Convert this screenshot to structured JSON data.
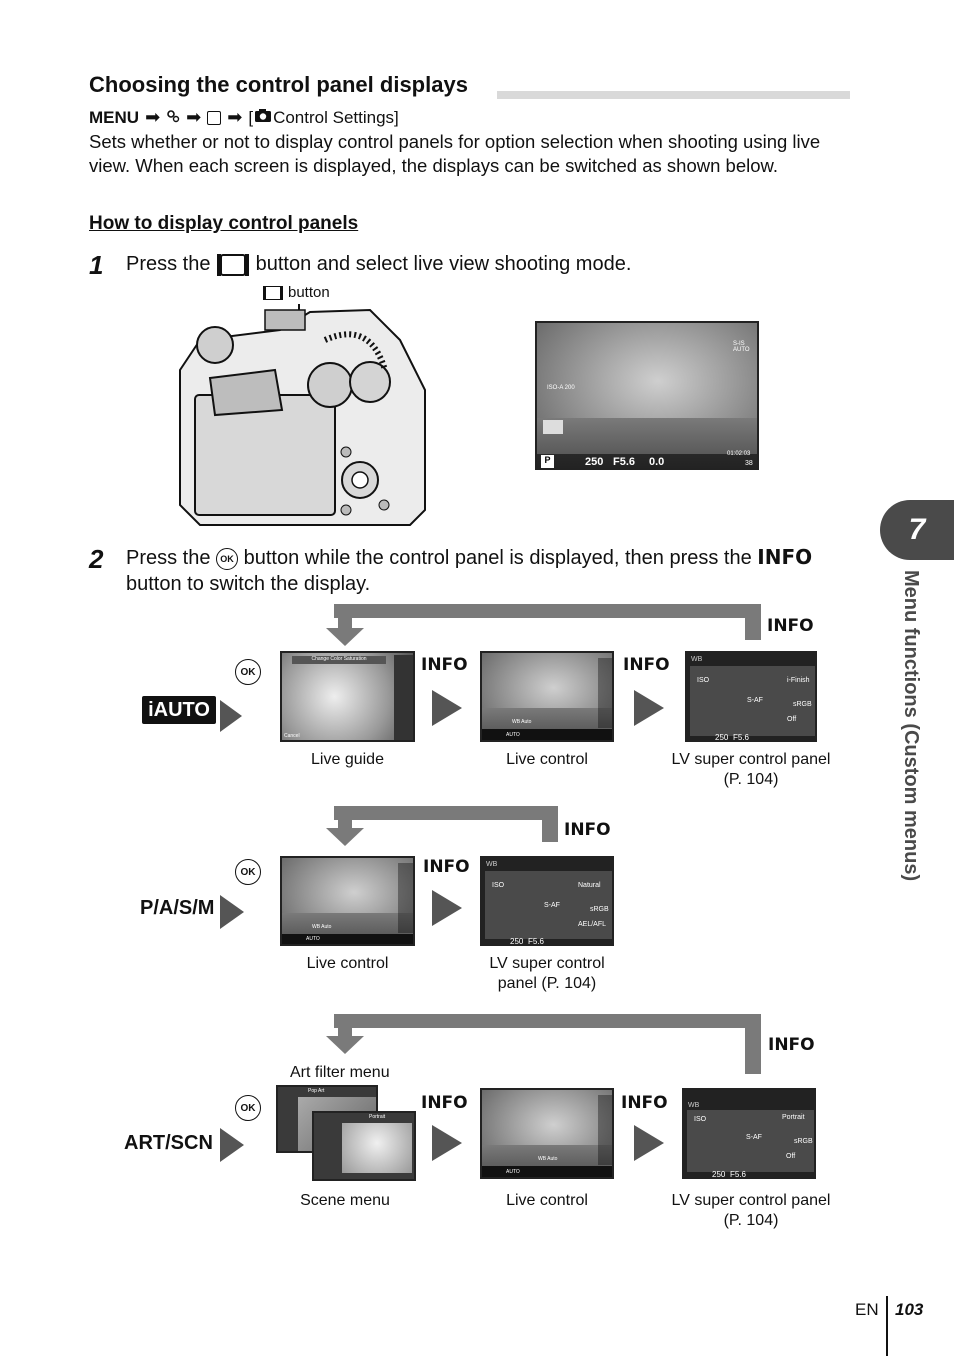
{
  "section_title": "Choosing the control panel displays",
  "menu_path": {
    "menu": "MENU",
    "arrow": "➡",
    "setting": "[",
    "setting_name": "Control Settings]"
  },
  "description": "Sets whether or not to display control panels for option selection when shooting using live view. When each screen is displayed, the displays can be switched as shown below.",
  "subheading": "How to display control panels",
  "step1": {
    "number": "1",
    "text_before": "Press the",
    "text_after": "button and select live view shooting mode.",
    "callout": "button"
  },
  "step2": {
    "number": "2",
    "text_before": "Press the",
    "text_middle": "button while the control panel is displayed, then press the",
    "info": "INFO",
    "text_after": "button to switch the display."
  },
  "screen_readout": {
    "shutter": "250",
    "aperture": "F5.6",
    "exposure": "0.0",
    "time": "01:02:03",
    "count": "38",
    "mode": "P",
    "iso": "ISO-A 200",
    "sis": "S-IS AUTO"
  },
  "info_label": "INFO",
  "ok_label": "OK",
  "rows": [
    {
      "mode": "iAUTO",
      "labels": [
        "Live guide",
        "Live control",
        "LV super control panel (P. 104)"
      ]
    },
    {
      "mode": "P/A/S/M",
      "labels": [
        "Live control",
        "LV super control panel (P. 104)"
      ]
    },
    {
      "mode": "ART/SCN",
      "labels": [
        "Scene menu",
        "Live control",
        "LV super control panel (P. 104)"
      ],
      "extra_label": "Art filter menu"
    }
  ],
  "mini_screens": {
    "live_guide_title": "Change Color Saturation",
    "cancel": "Cancel",
    "wb_auto": "WB Auto",
    "auto": "AUTO",
    "wb": "WB",
    "iso": "ISO",
    "s_af": "S-AF",
    "finish": "i-Finish",
    "natural": "Natural",
    "portrait": "Portrait",
    "srgb": "sRGB",
    "off": "Off",
    "ae_afl": "AEL/AFL",
    "pop_art": "Pop Art",
    "lv_shutter": "250",
    "lv_aperture": "F5.6"
  },
  "chapter": {
    "number": "7",
    "title": "Menu functions (Custom menus)"
  },
  "footer": {
    "lang": "EN",
    "page": "103"
  }
}
